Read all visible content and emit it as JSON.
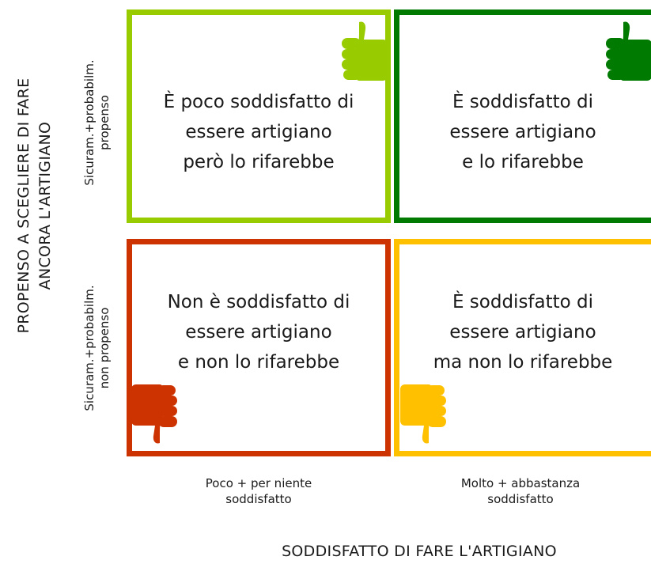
{
  "axes": {
    "y_title": "PROPENSO A SCEGLIERE DI FARE\nANCORA  L'ARTIGIANO",
    "x_title": "SODDISFATTO DI FARE L'ARTIGIANO",
    "row_labels": [
      "Sicuram.+probabilm.\npropenso",
      "Sicuram.+probabilm.\nnon propenso"
    ],
    "col_labels": [
      "Poco + per niente\nsoddisfatto",
      "Molto + abbastanza\nsoddisfatto"
    ]
  },
  "quadrants": [
    {
      "text": "È poco soddisfatto di\nessere artigiano\nperò lo rifarebbe",
      "color": "#99cc00",
      "icon": "thumbs-up-icon"
    },
    {
      "text": "È soddisfatto di\nessere artigiano\ne lo rifarebbe",
      "color": "#007a00",
      "icon": "thumbs-up-icon"
    },
    {
      "text": "Non è soddisfatto di\nessere artigiano\ne non lo rifarebbe",
      "color": "#cc3300",
      "icon": "thumbs-down-icon"
    },
    {
      "text": "È soddisfatto di\nessere artigiano\nma non lo rifarebbe",
      "color": "#ffc000",
      "icon": "thumbs-down-icon"
    }
  ]
}
